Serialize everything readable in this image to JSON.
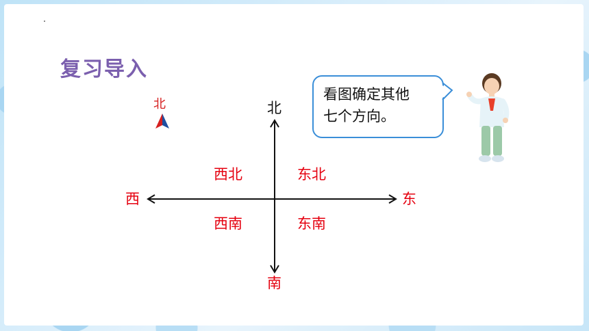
{
  "slide": {
    "section_title": "复习导入",
    "mini_compass": {
      "north_label": "北"
    },
    "directions": {
      "north": "北",
      "south": "南",
      "east": "东",
      "west": "西",
      "northwest": "西北",
      "northeast": "东北",
      "southwest": "西南",
      "southeast": "东南"
    },
    "speech_bubble": {
      "line1": "看图确定其他",
      "line2": "七个方向。"
    }
  },
  "colors": {
    "title": "#7b5fae",
    "label_red": "#e5000f",
    "bubble_border": "#3a8ed8",
    "compass_red": "#d62020",
    "compass_blue": "#1f4fa0"
  }
}
